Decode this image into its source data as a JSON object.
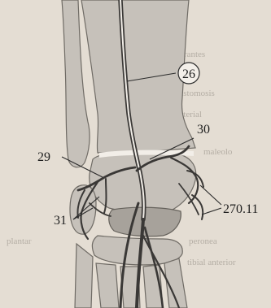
{
  "figure": {
    "labels": {
      "l26": "26",
      "l30": "30",
      "l29": "29",
      "l270": "270.11",
      "l31": "31"
    },
    "background_text": [
      "Ramas perforantes",
      "anastomosis",
      "red arterial",
      "maleolo",
      "peronea",
      "tibial anterior",
      "plantar"
    ],
    "colors": {
      "paper": "#e4ddd3",
      "bone": "#c6c1ba",
      "vessel": "#3a3836",
      "label": "#1f1f1f"
    }
  }
}
